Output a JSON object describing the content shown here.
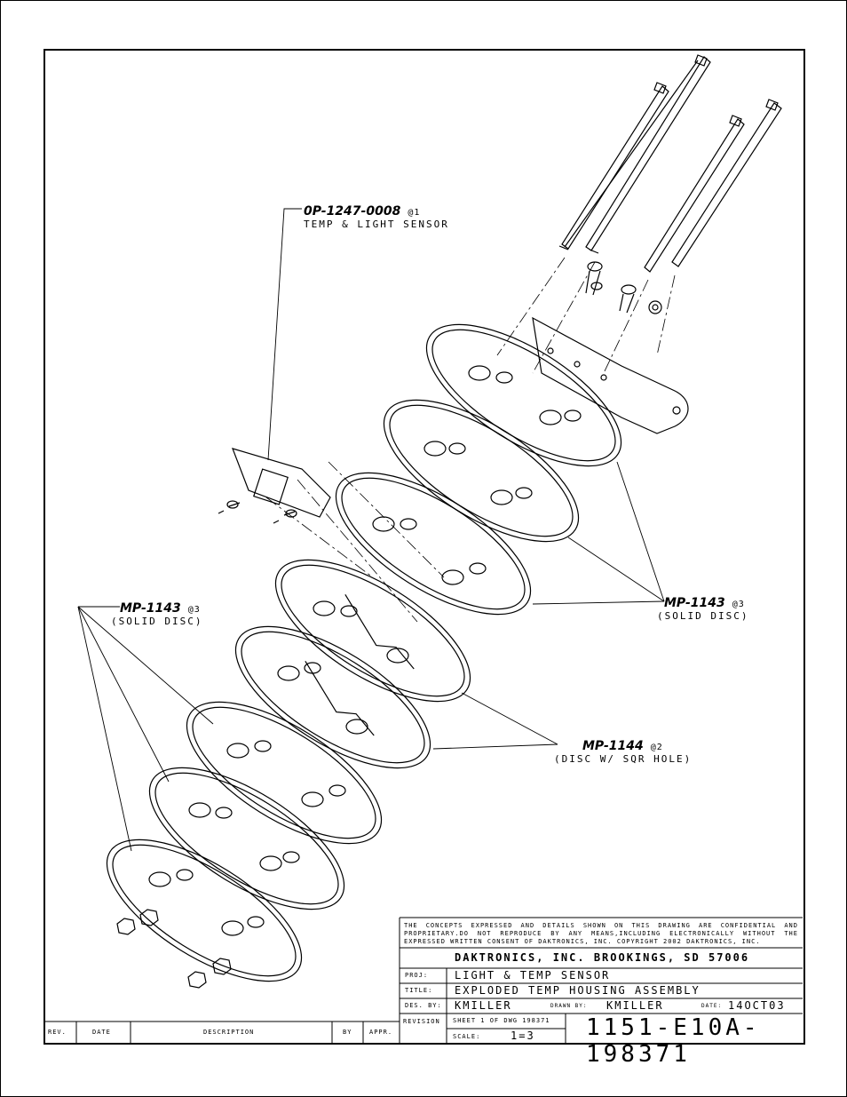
{
  "callouts": [
    {
      "part": "0P-1247-0008",
      "qty": "@1",
      "desc": "TEMP & LIGHT SENSOR"
    },
    {
      "part": "MP-1143",
      "qty": "@3",
      "desc": "(SOLID DISC)"
    },
    {
      "part": "MP-1143",
      "qty": "@3",
      "desc": "(SOLID DISC)"
    },
    {
      "part": "MP-1144",
      "qty": "@2",
      "desc": "(DISC W/ SQR HOLE)"
    }
  ],
  "title_block": {
    "notice": "THE CONCEPTS EXPRESSED AND DETAILS SHOWN ON THIS DRAWING ARE CONFIDENTIAL AND PROPRIETARY.DO NOT REPRODUCE BY ANY MEANS,INCLUDING ELECTRONICALLY WITHOUT THE EXPRESSED WRITTEN CONSENT OF DAKTRONICS, INC.   COPYRIGHT 2002 DAKTRONICS, INC.",
    "company": "DAKTRONICS, INC.  BROOKINGS, SD 57006",
    "proj_label": "PROJ:",
    "proj": "LIGHT & TEMP SENSOR",
    "title_label": "TITLE:",
    "title": "EXPLODED TEMP HOUSING ASSEMBLY",
    "des_by_label": "DES. BY:",
    "des_by": "KMILLER",
    "drawn_by_label": "DRAWN BY:",
    "drawn_by": "KMILLER",
    "date_label": "DATE:",
    "date": "14OCT03",
    "revision_label": "REVISION",
    "sheet_label": "SHEET 1 OF DWG 198371",
    "scale_label": "SCALE:",
    "scale": "1=3",
    "drawing_number": "1151-E10A-198371"
  },
  "revision_block": {
    "columns": [
      "REV.",
      "DATE",
      "DESCRIPTION",
      "BY",
      "APPR."
    ]
  }
}
